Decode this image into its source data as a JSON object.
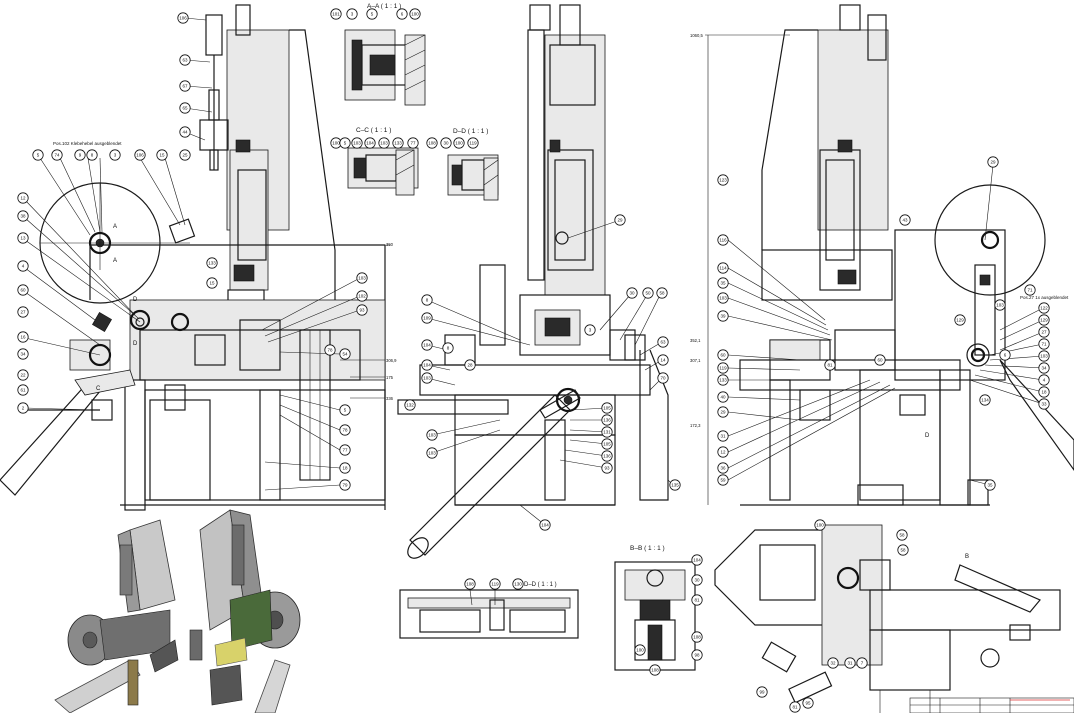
{
  "section_titles": {
    "a_a": "A–A ( 1 : 1 )",
    "c_c": "C–C ( 1 : 1 )",
    "d_d_top": "D–D ( 1 : 1 )",
    "b_b": "B–B ( 1 : 1 )",
    "d_d_bottom": "D–D ( 1 : 1 )"
  },
  "notes": {
    "left": "Pos.102 Klebehebel ausgeblendet",
    "right": "Pos.27 1x ausgeblendet"
  },
  "cut_markers": [
    "A",
    "A",
    "B",
    "D",
    "D",
    "C",
    "D"
  ],
  "dimensions_left": [
    "350",
    "306,9",
    "175",
    "336"
  ],
  "dimensions_right": [
    "1060,5",
    "352,1",
    "307,1",
    "172,3"
  ],
  "balloons": {
    "view1": [
      "106",
      "63",
      "67",
      "65",
      "44",
      "5",
      "74",
      "9",
      "8",
      "3",
      "106",
      "15",
      "25",
      "12",
      "38",
      "13",
      "4",
      "60",
      "27",
      "16",
      "34",
      "22",
      "61",
      "2",
      "133",
      "15",
      "103",
      "102",
      "93",
      "54",
      "5",
      "78",
      "77",
      "18",
      "79",
      "78"
    ],
    "view2": [
      "8",
      "109",
      "104",
      "104",
      "103",
      "103",
      "103",
      "105",
      "136",
      "131",
      "105",
      "136",
      "93",
      "30",
      "50",
      "58",
      "63",
      "14",
      "70",
      "135",
      "104",
      "29",
      "8",
      "28",
      "132",
      "3"
    ],
    "view3": [
      "123",
      "116",
      "114",
      "35",
      "103",
      "39",
      "60",
      "119",
      "133",
      "40",
      "29",
      "31",
      "12",
      "36",
      "59",
      "29",
      "122",
      "129",
      "27",
      "71",
      "103",
      "34",
      "4",
      "18",
      "33",
      "35",
      "81",
      "6",
      "60",
      "43",
      "103",
      "71",
      "129",
      "134"
    ],
    "sections": [
      "101",
      "3",
      "5",
      "6",
      "100",
      "100",
      "5",
      "103",
      "104",
      "103",
      "133",
      "77",
      "108",
      "30",
      "100",
      "119",
      "108",
      "119",
      "130",
      "104",
      "30",
      "81",
      "108",
      "98",
      "100",
      "108"
    ],
    "bottom_right": [
      "100",
      "58",
      "58",
      "32",
      "31",
      "7",
      "81",
      "99",
      "95"
    ]
  }
}
